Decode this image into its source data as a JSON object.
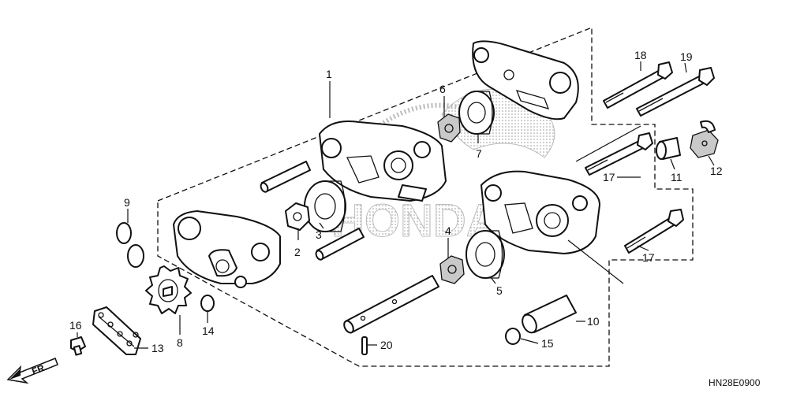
{
  "diagram_code": "HN28E0900",
  "direction_label": "FR.",
  "watermark": "HONDA",
  "callouts": [
    "1",
    "2",
    "3",
    "4",
    "5",
    "6",
    "7",
    "8",
    "9",
    "10",
    "11",
    "12",
    "13",
    "14",
    "15",
    "16",
    "17",
    "17",
    "18",
    "19",
    "20"
  ],
  "colors": {
    "line": "#111111",
    "background": "#ffffff"
  }
}
